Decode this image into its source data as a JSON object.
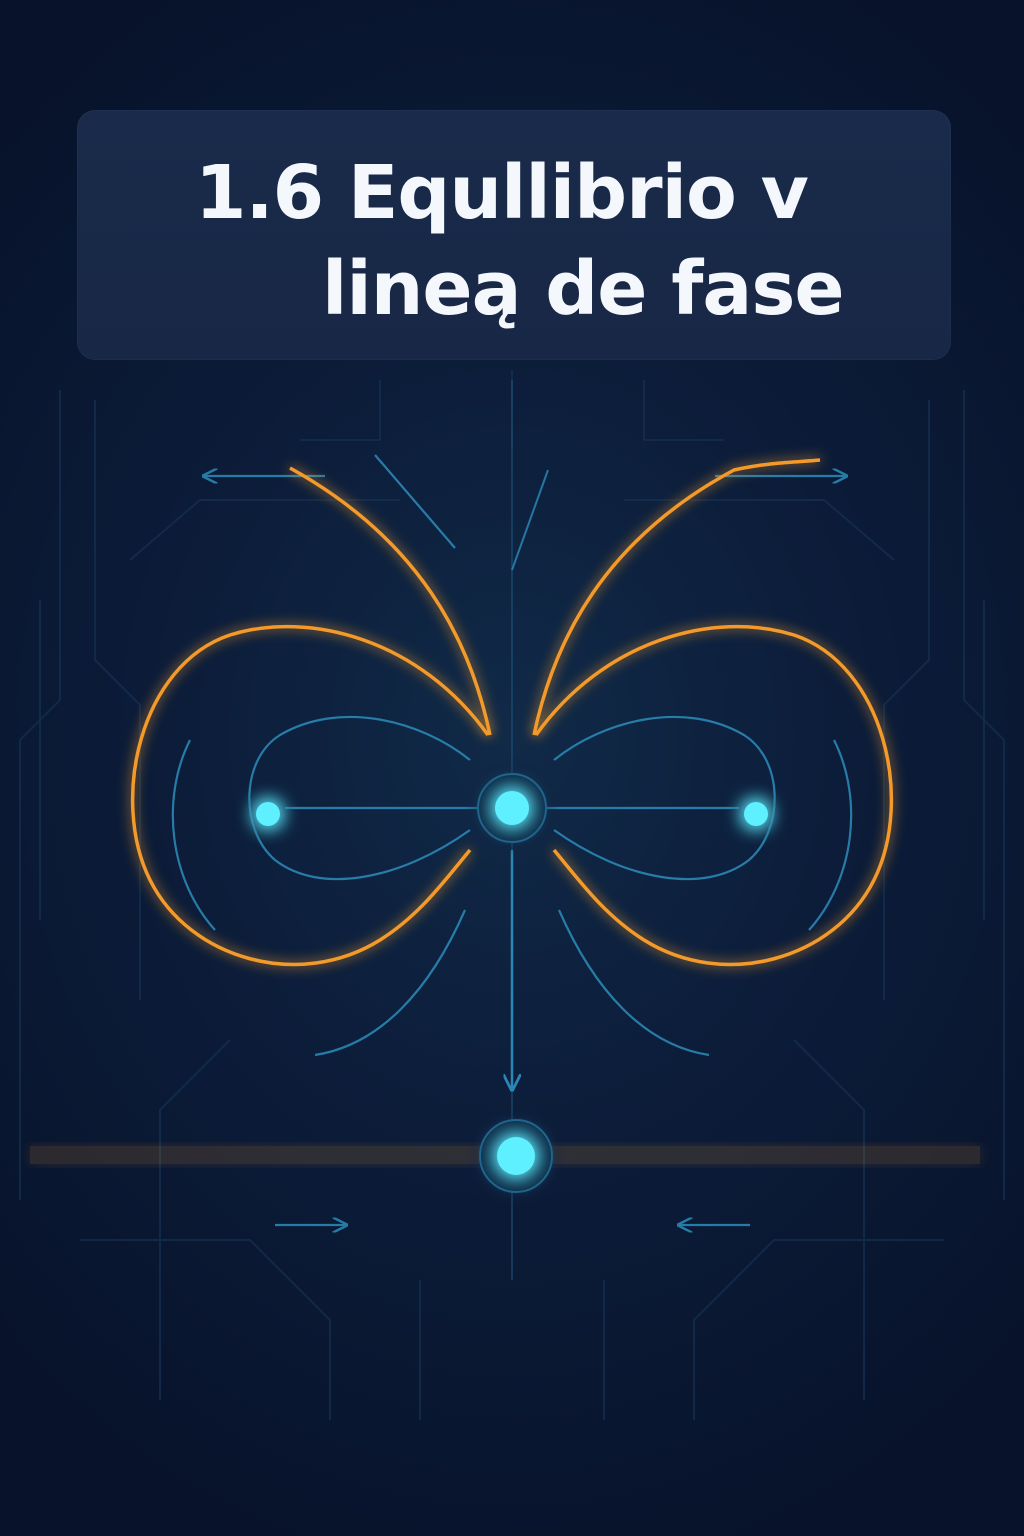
{
  "title": {
    "line1": "1.6 Equllibrio v",
    "line2": "lineą de fase"
  },
  "colors": {
    "background": "#0a1530",
    "card": "#172745",
    "title_text": "#f4f7fb",
    "orbit_orange": "#f39a2a",
    "flow_blue": "#2a86b4",
    "node_cyan": "#5ff0ff"
  },
  "icons": [
    "equilibrium-node",
    "arrow-left",
    "arrow-right",
    "arrow-down"
  ]
}
